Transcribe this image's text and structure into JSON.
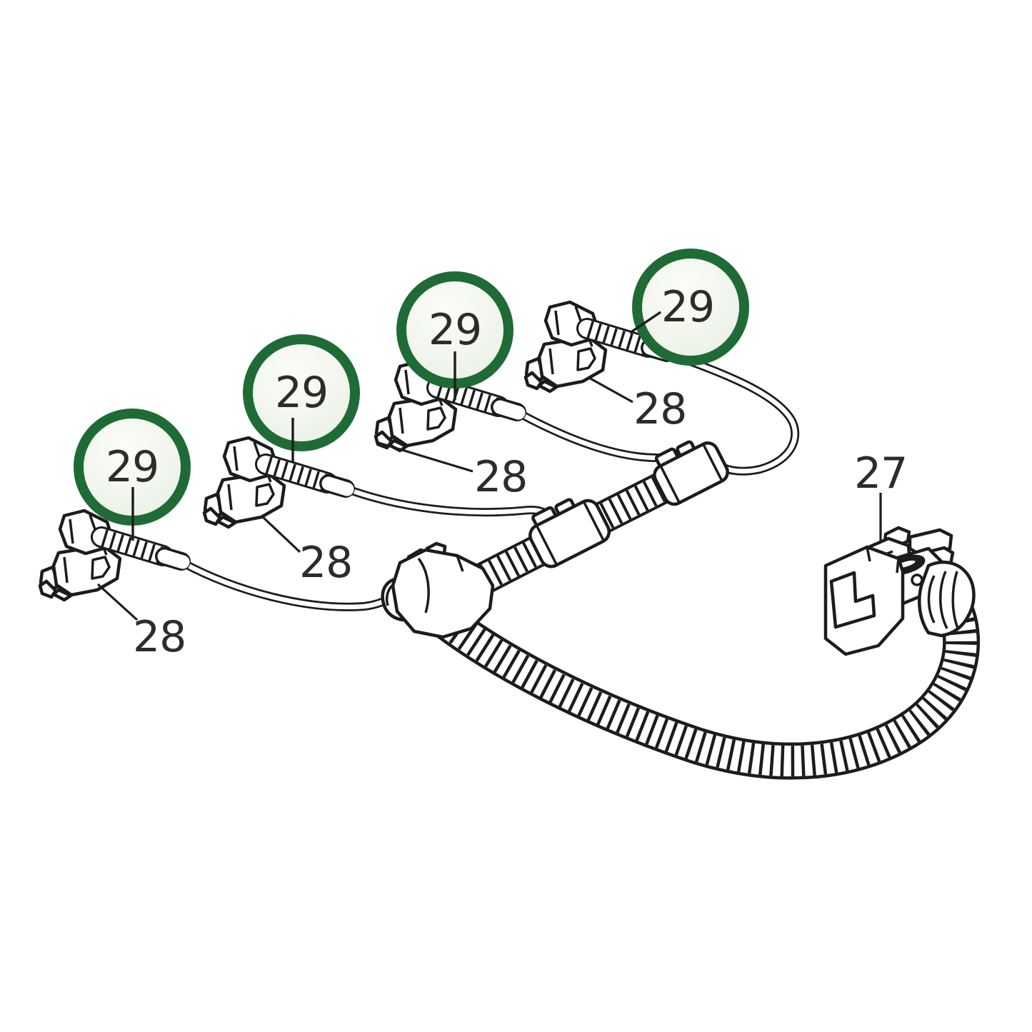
{
  "diagram_type": "exploded-parts-line-drawing",
  "colors": {
    "background": "#ffffff",
    "line_art": "#1c1c1c",
    "callout_ring_green": "#1f6b35",
    "callout_fill": "#eff4ea",
    "label_text": "#2c2c2c"
  },
  "callouts": {
    "circled_conduit": {
      "label": "29",
      "count": 4
    },
    "injector_connector": {
      "label": "28",
      "count": 4
    },
    "main_connector": {
      "label": "27",
      "count": 1
    }
  }
}
